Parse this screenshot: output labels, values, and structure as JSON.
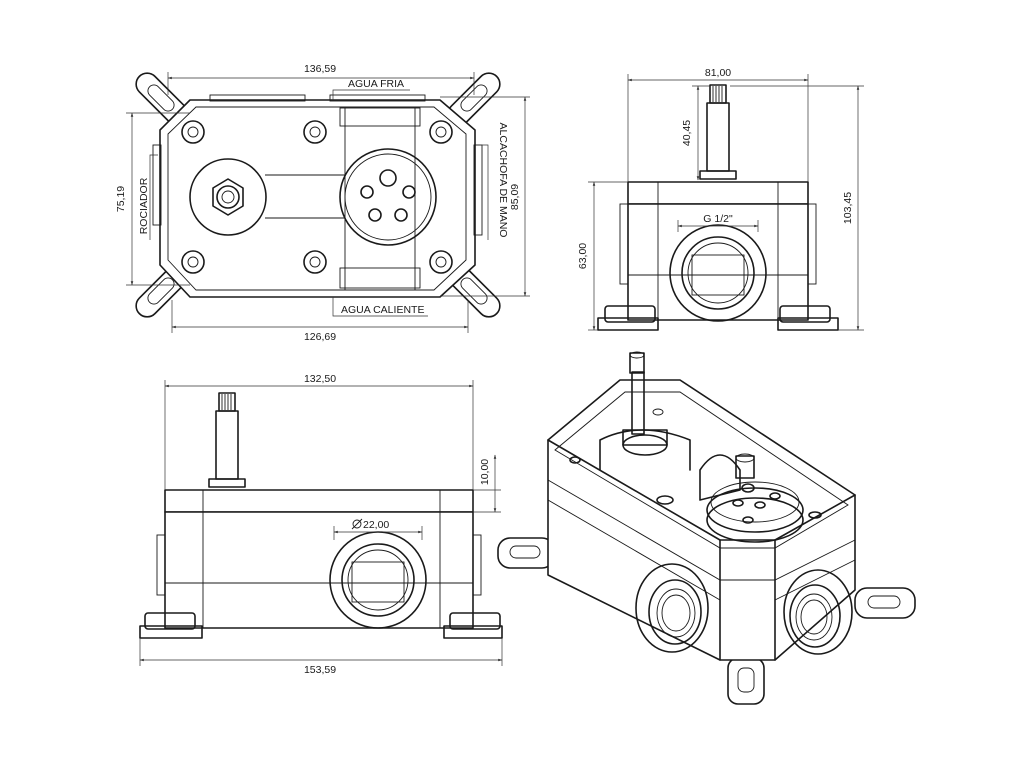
{
  "top_view": {
    "width_outer": "136,59",
    "width_inner": "126,69",
    "height_left": "75,19",
    "height_right": "85,09",
    "label_top": "AGUA FRIA",
    "label_bottom": "AGUA CALIENTE",
    "label_left": "ROCIADOR",
    "label_right": "ALCACHOFA DE MANO"
  },
  "side_view_right": {
    "width": "81,00",
    "stem_height": "40,45",
    "total_height": "103,45",
    "body_height": "63,00",
    "thread": "G 1/2\""
  },
  "front_view": {
    "width_top": "132,50",
    "width_bottom": "153,59",
    "lid_height": "10,00",
    "port_diameter": "22,00"
  }
}
